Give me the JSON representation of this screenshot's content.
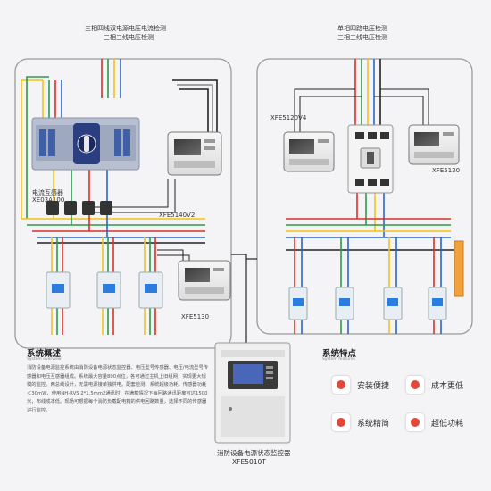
{
  "left_panel": {
    "title_line1": "三相四线双电源电压电流检测",
    "title_line2": "三相三线电压检测",
    "ct_label_line1": "电流互感器",
    "ct_label_line2": "XE03A100",
    "module_a": "XFE5140V2",
    "module_b": "XFE5130"
  },
  "right_panel": {
    "title_line1": "单相四路电压检测",
    "title_line2": "三相三线电压检测",
    "module_a": "XFE5120V4",
    "module_b": "XFE5130"
  },
  "overview": {
    "title": "系统概述",
    "subtitle": "System overview",
    "paragraph": "消防设备电源监控系统由消防设备电源状态监控器、电压型号传感器、电压/电流型号传感器和电压互感器组成。系统最大容量800点位，各可通过主机上旧组网，实现更大规模的监控。两总线设计，无需电源接单独供电。配套检测、系统超级功耗，传感器功耗＜30mW，使用NH-RVS 2*1.5mm2通讯时，在满载情况下每回路通讯距离可达1500米，布线成本低。现场可根据每个消防负载配电箱的供电回路数量，选择不同的传感器进行监控。"
  },
  "controller": {
    "label_line1": "消防设备电源状态监控器",
    "label_line2": "XFE5010T"
  },
  "features": {
    "title": "系统特点",
    "subtitle": "System features",
    "items": [
      "安装便捷",
      "成本更低",
      "系统精简",
      "超低功耗"
    ]
  },
  "colors": {
    "accent_red": "#e2473b",
    "wire_yellow": "#f0c419",
    "wire_green": "#2e9a4a",
    "wire_red": "#d8302b",
    "wire_blue": "#2c66c6",
    "wire_black": "#222222",
    "breaker_blue": "#2b7de0",
    "panel_border": "#9a9a9a"
  }
}
